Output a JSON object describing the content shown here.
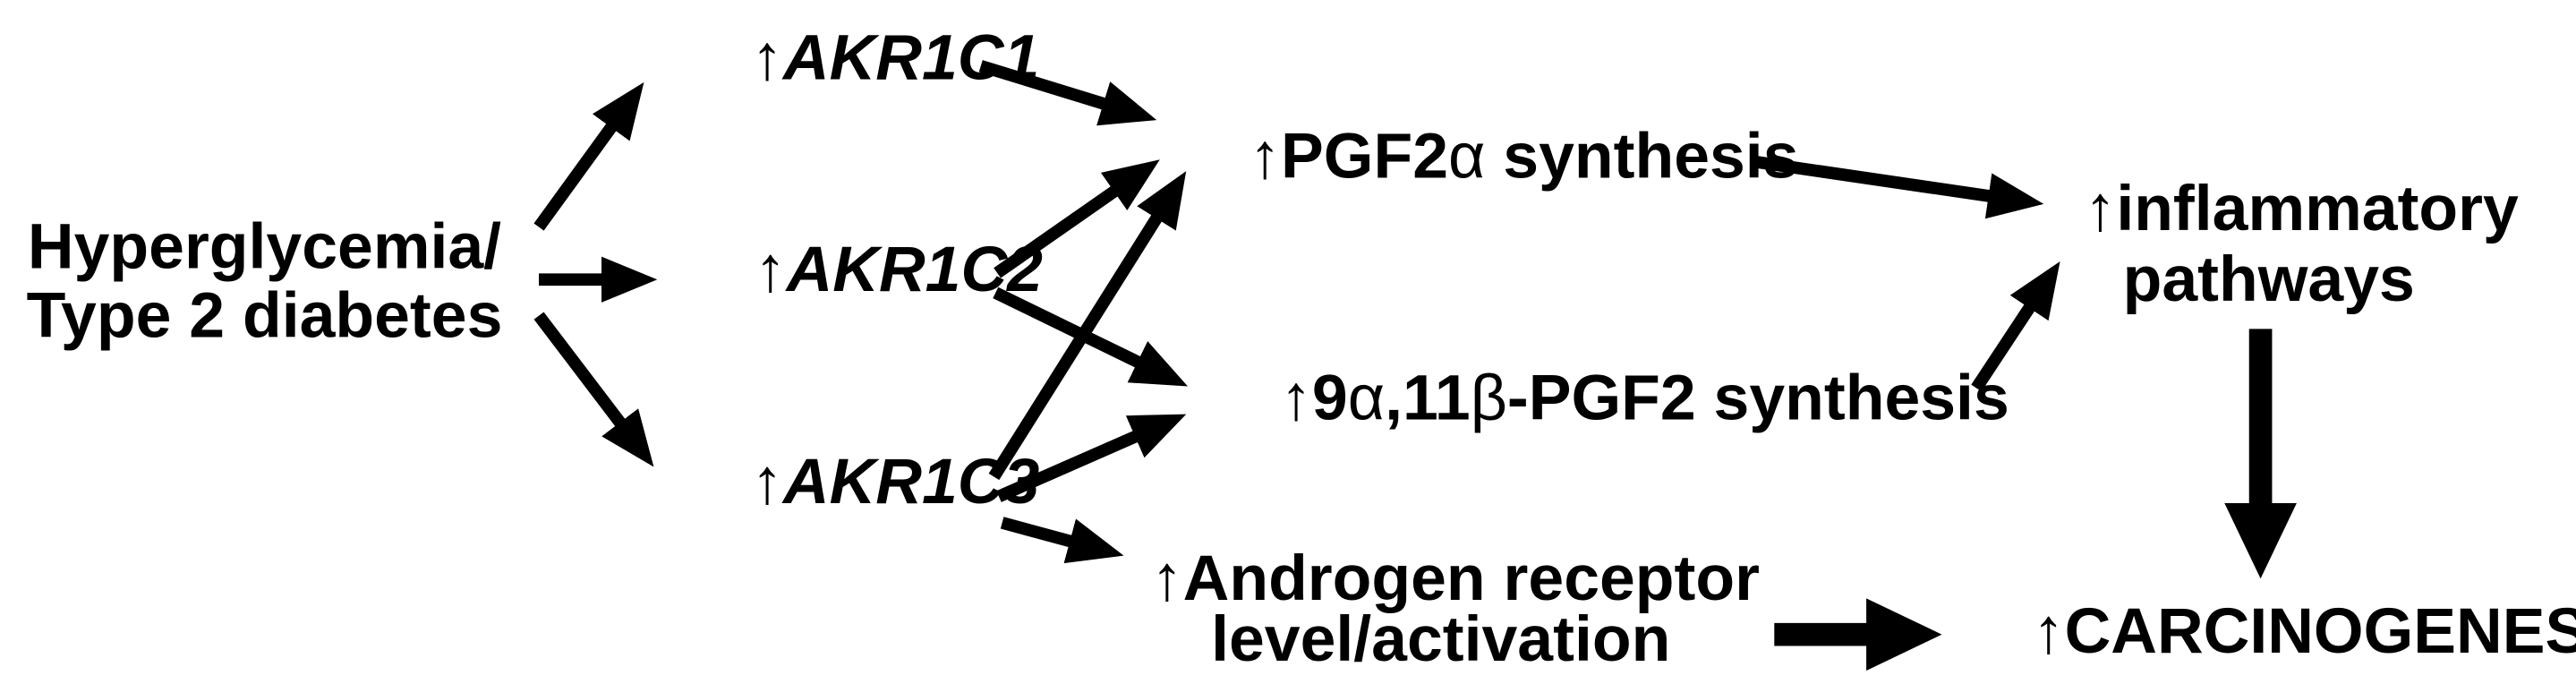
{
  "colors": {
    "ink": "#000000",
    "background": "#ffffff"
  },
  "nodes": {
    "hyperglycemia": {
      "line1": "Hyperglycemia/",
      "line2": "Type 2 diabetes"
    },
    "akr1c1": {
      "arrow": "↑",
      "label": "AKR1C1"
    },
    "akr1c2": {
      "arrow": "↑",
      "label": "AKR1C2"
    },
    "akr1c3": {
      "arrow": "↑",
      "label": "AKR1C3"
    },
    "pgf2a": {
      "arrow": "↑",
      "label": "PGF2",
      "greek": "α",
      "suffix": " synthesis"
    },
    "pgf2_9a11b": {
      "arrow": "↑",
      "part1": "9",
      "greek1": "α",
      "part2": ",11",
      "greek2": "β",
      "part3": "-PGF2 synthesis"
    },
    "androgen_receptor": {
      "arrow": "↑",
      "line1": "Androgen receptor",
      "line2": "level/activation"
    },
    "inflammatory_pathways": {
      "arrow": "↑",
      "line1": "inflammatory",
      "line2": "pathways"
    },
    "carcinogenesis": {
      "arrow": "↑",
      "label": "CARCINOGENESIS"
    }
  }
}
